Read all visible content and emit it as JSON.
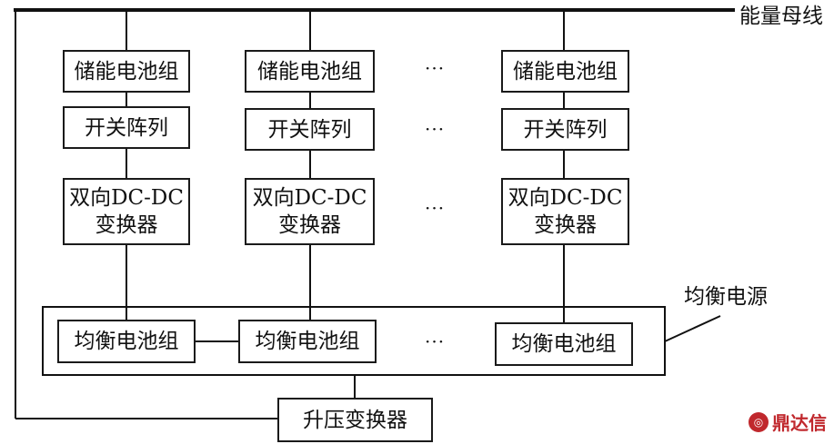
{
  "bus_label": "能量母线",
  "columns": [
    {
      "battery": "储能电池组",
      "switch": "开关阵列",
      "converter_line1": "双向DC-DC",
      "converter_line2": "变换器"
    },
    {
      "battery": "储能电池组",
      "switch": "开关阵列",
      "converter_line1": "双向DC-DC",
      "converter_line2": "变换器"
    },
    {
      "battery": "储能电池组",
      "switch": "开关阵列",
      "converter_line1": "双向DC-DC",
      "converter_line2": "变换器"
    }
  ],
  "ellipsis": "···",
  "balancing_group_label": "均衡电源",
  "balancing_batteries": [
    "均衡电池组",
    "均衡电池组",
    "均衡电池组"
  ],
  "boost_converter": "升压变换器",
  "watermark": "鼎达信"
}
